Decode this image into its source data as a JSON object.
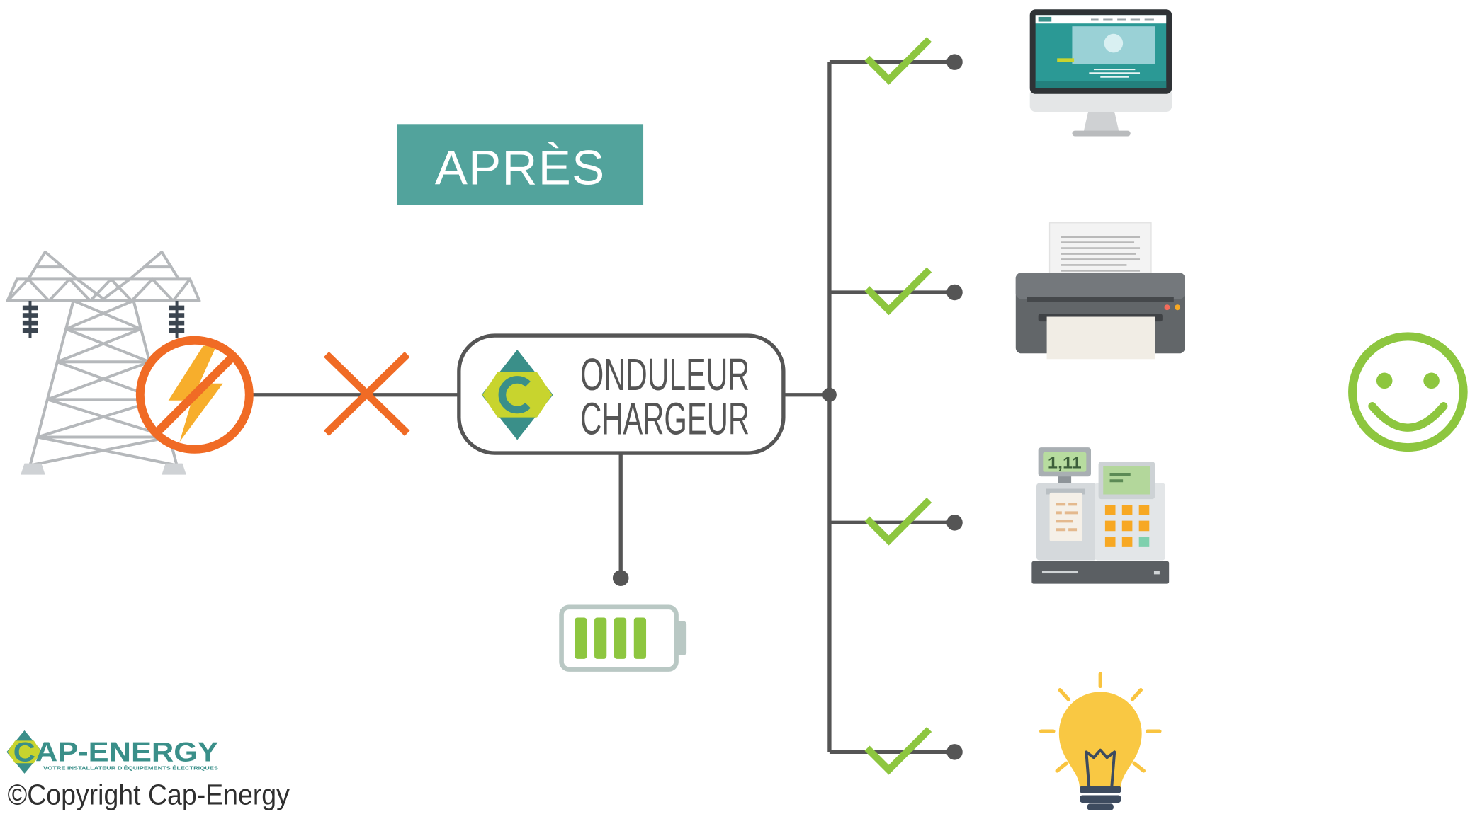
{
  "badge": {
    "label": "APRÈS"
  },
  "grid": {
    "icon": "power-pylon-icon",
    "status_icon": "no-power-icon",
    "link_icon": "cross-icon"
  },
  "ups": {
    "icon": "cap-energy-logo-icon",
    "line1": "ONDULEUR",
    "line2": "CHARGEUR"
  },
  "battery": {
    "icon": "battery-icon",
    "charge_bars": 4
  },
  "outputs": [
    {
      "icon": "monitor-icon",
      "status_icon": "check-icon"
    },
    {
      "icon": "printer-icon",
      "status_icon": "check-icon"
    },
    {
      "icon": "cash-register-icon",
      "status_icon": "check-icon",
      "display": "1,11"
    },
    {
      "icon": "light-bulb-icon",
      "status_icon": "check-icon"
    }
  ],
  "mood": {
    "icon": "smiley-face-icon"
  },
  "brand": {
    "name": "CAP-ENERGY",
    "tagline": "VOTRE INSTALLATEUR D'ÉQUIPEMENTS ÉLECTRIQUES"
  },
  "copyright": "©Copyright Cap-Energy",
  "colors": {
    "teal": "#52a39c",
    "brand_teal": "#3a8f89",
    "lime": "#c8d42e",
    "orange": "#f06b25",
    "green": "#8dc63f",
    "wire": "#555555",
    "battery_outline": "#b9c8c4"
  }
}
